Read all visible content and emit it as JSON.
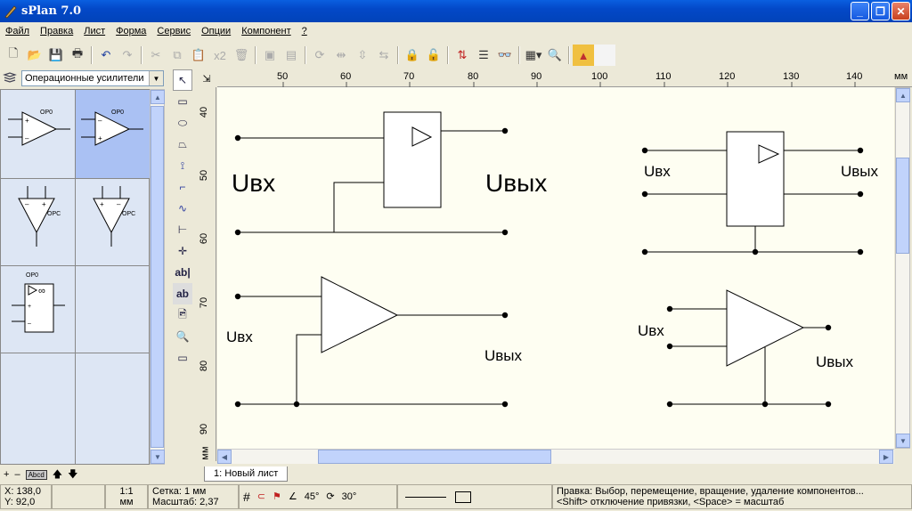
{
  "window": {
    "title": "sPlan 7.0"
  },
  "menu": [
    "Файл",
    "Правка",
    "Лист",
    "Форма",
    "Сервис",
    "Опции",
    "Компонент",
    "?"
  ],
  "toolbar": {
    "x2_label": "x2"
  },
  "library": {
    "selected": "Операционные усилители",
    "part_labels": [
      "OP0",
      "OP0",
      "OPC",
      "OPC",
      "OP0"
    ]
  },
  "lib_footer": {
    "abcd": "Abcd"
  },
  "ruler": {
    "unit": "мм",
    "h_ticks": [
      "50",
      "60",
      "70",
      "80",
      "90",
      "100",
      "110",
      "120",
      "130",
      "140"
    ],
    "v_ticks": [
      "40",
      "50",
      "60",
      "70",
      "80",
      "90"
    ],
    "v_unit": "мм"
  },
  "schematic": {
    "c1": {
      "in": "Uвх",
      "out": "Uвых"
    },
    "c2": {
      "in": "Uвх",
      "out": "Uвых"
    },
    "c3": {
      "in": "Uвх",
      "out": "Uвых"
    },
    "c4": {
      "in": "Uвх",
      "out": "Uвых"
    }
  },
  "sheet_tab": "1: Новый лист",
  "status": {
    "x": "X: 138,0",
    "y": "Y: 92,0",
    "scale1": "1:1",
    "scale2": "мм",
    "grid": "Сетка: 1 мм",
    "zoom": "Масштаб:  2,37",
    "angle1": "45°",
    "angle2": "30°",
    "hint1": "Правка: Выбор, перемещение, вращение, удаление компонентов...",
    "hint2": "<Shift> отключение привязки, <Space> = масштаб"
  }
}
